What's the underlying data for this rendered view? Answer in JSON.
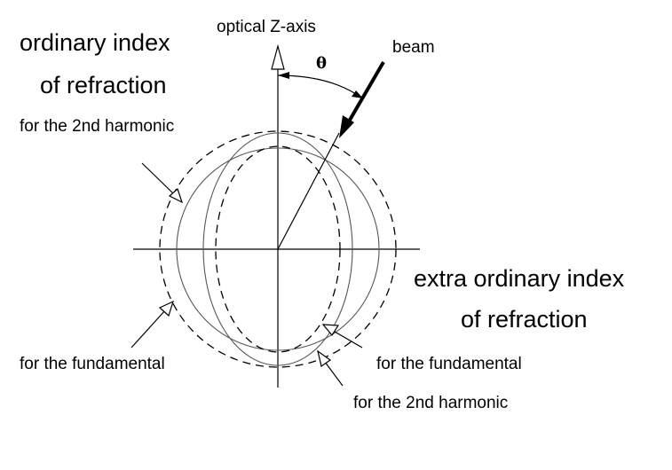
{
  "labels": {
    "z_axis": "optical Z-axis",
    "beam": "beam",
    "theta": "θ",
    "ordinary_line1": "ordinary index",
    "ordinary_line2": "of refraction",
    "ordinary_2nd": "for the 2nd harmonic",
    "ordinary_fund": "for the fundamental",
    "extra_line1": "extra ordinary index",
    "extra_line2": "of refraction",
    "extra_fund": "for the fundamental",
    "extra_2nd": "for the 2nd harmonic"
  },
  "colors": {
    "ink": "#000000",
    "curve": "#555555",
    "background": "#ffffff"
  }
}
